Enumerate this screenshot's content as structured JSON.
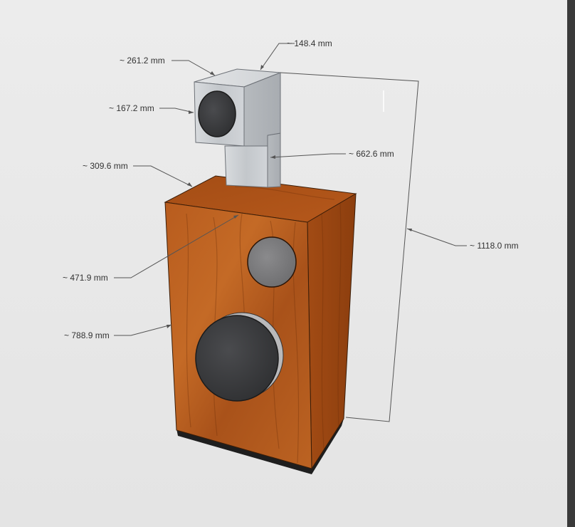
{
  "dimensions": {
    "top_depth": "~ 148.4 mm",
    "top_width": "~ 261.2 mm",
    "tweeter_height": "~ 167.2 mm",
    "cabinet_depth": "~ 309.6 mm",
    "neck_height": "~ 662.6 mm",
    "total_height": "~ 1118.0 mm",
    "cabinet_width": "~ 471.9 mm",
    "cabinet_height": "~ 788.9 mm"
  },
  "colors": {
    "background": "#e8e8e8",
    "wood": "#b1581c",
    "wood_dark": "#8a3f10",
    "metal": "#c9cdd1",
    "driver": "#3a3b3d",
    "port": "#7a7a7c"
  }
}
